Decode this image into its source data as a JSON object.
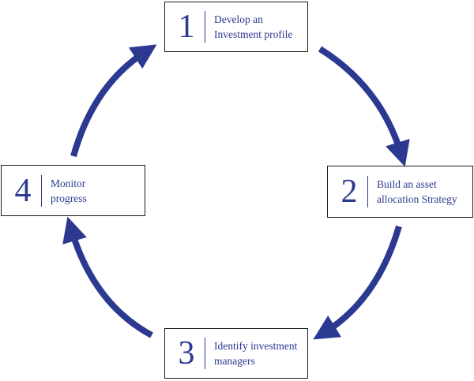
{
  "diagram": {
    "accent_color": "#2b3990",
    "border_color": "#1a1a1a",
    "steps": [
      {
        "number": "1",
        "label": "Develop an\nInvestment profile"
      },
      {
        "number": "2",
        "label": "Build an asset\nallocation Strategy"
      },
      {
        "number": "3",
        "label": "Identify  investment\nmanagers"
      },
      {
        "number": "4",
        "label": "Monitor\nprogress"
      }
    ]
  }
}
